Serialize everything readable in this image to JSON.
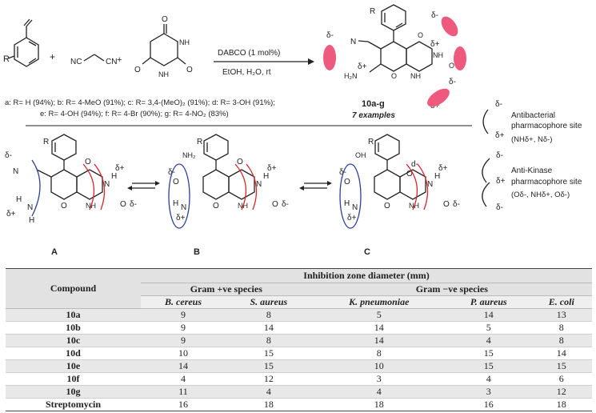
{
  "scheme": {
    "reagents": "DABCO (1 mol%)",
    "conditions": "EtOH, H₂O, rt",
    "plus": "+",
    "nitrile_left": "NC",
    "nitrile_right": "CN",
    "r_group": "R",
    "product_label": "10a-g",
    "examples": "7 examples",
    "yields_line1": "a: R= H (94%); b: R= 4-MeO (91%); c: R= 3,4-(MeO)₂ (91%); d: R= 3-OH (91%);",
    "yields_line2": "e: R= 4-OH (94%); f: R= 4-Br (90%); g: R= 4-NO₂ (83%)",
    "legend_antibacterial_title": "Antibacterial",
    "legend_antibacterial_sub": "pharmacophore site",
    "legend_antibacterial_atoms": "(NHδ+, Nδ-)",
    "legend_antikinase_title": "Anti-Kinase",
    "legend_antikinase_sub": "pharmacophore site",
    "legend_antikinase_atoms": "(Oδ-, NHδ+, Oδ-)",
    "delta_minus": "δ-",
    "delta_plus": "δ+",
    "d_minus": "d-",
    "structure_labels": [
      "A",
      "B",
      "C"
    ],
    "atoms": {
      "N": "N",
      "NH": "NH",
      "H2N": "H₂N",
      "NH2": "NH₂",
      "H": "H",
      "O": "O",
      "OH": "OH",
      "N_plain": "N"
    }
  },
  "table": {
    "title": "Inhibition zone diameter (mm)",
    "compound_header": "Compound",
    "group_gram_pos": "Gram +ve species",
    "group_gram_neg": "Gram −ve species",
    "species": [
      "B. cereus",
      "S. aureus",
      "K. pneumoniae",
      "P. aureus",
      "E. coli"
    ],
    "rows": [
      {
        "compound": "10a",
        "values": [
          "9",
          "8",
          "5",
          "14",
          "13"
        ]
      },
      {
        "compound": "10b",
        "values": [
          "9",
          "14",
          "14",
          "5",
          "8"
        ]
      },
      {
        "compound": "10c",
        "values": [
          "9",
          "8",
          "14",
          "4",
          "8"
        ]
      },
      {
        "compound": "10d",
        "values": [
          "10",
          "15",
          "8",
          "15",
          "14"
        ]
      },
      {
        "compound": "10e",
        "values": [
          "14",
          "15",
          "10",
          "15",
          "15"
        ]
      },
      {
        "compound": "10f",
        "values": [
          "4",
          "12",
          "3",
          "4",
          "6"
        ]
      },
      {
        "compound": "10g",
        "values": [
          "11",
          "4",
          "4",
          "3",
          "12"
        ]
      },
      {
        "compound": "Streptomycin",
        "values": [
          "16",
          "18",
          "18",
          "16",
          "18"
        ]
      }
    ]
  }
}
